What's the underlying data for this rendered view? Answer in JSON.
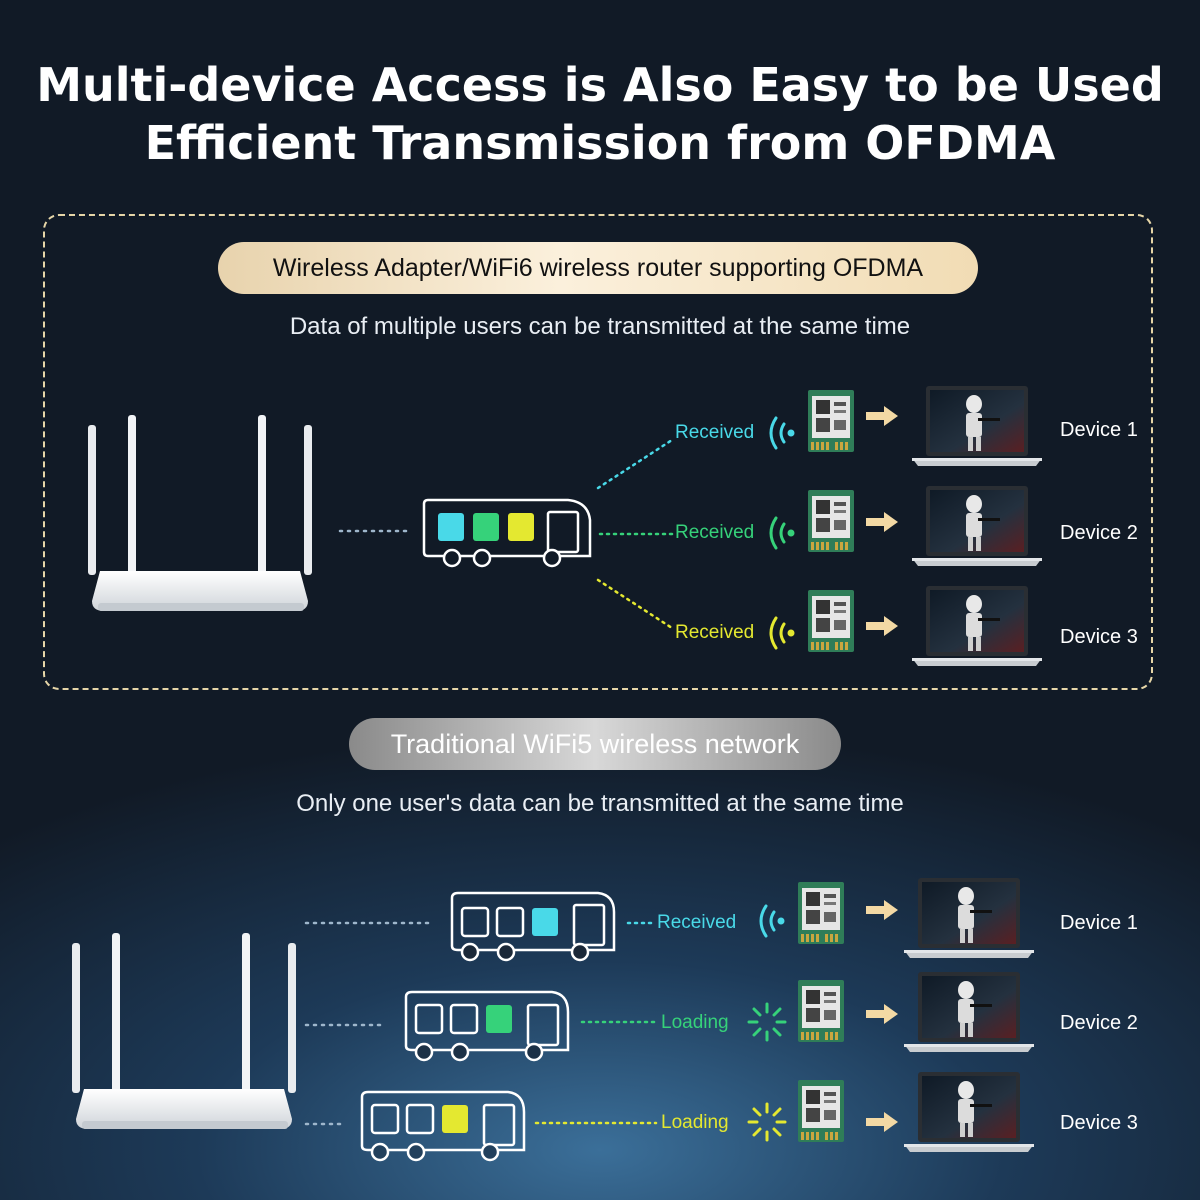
{
  "title": {
    "line1": "Multi-device Access is Also Easy to be Used",
    "line2": "Efficient Transmission from OFDMA"
  },
  "ofdma": {
    "badge": "Wireless Adapter/WiFi6 wireless router supporting OFDMA",
    "subtitle": "Data of multiple users can be transmitted at the same time",
    "rows": [
      {
        "status": "Received",
        "device": "Device 1",
        "color": "#49d9e8"
      },
      {
        "status": "Received",
        "device": "Device 2",
        "color": "#36d27a"
      },
      {
        "status": "Received",
        "device": "Device 3",
        "color": "#e4e830"
      }
    ]
  },
  "wifi5": {
    "badge": "Traditional WiFi5 wireless network",
    "subtitle": "Only one user's data can be transmitted at the same time",
    "rows": [
      {
        "status": "Received",
        "device": "Device 1",
        "color": "#49d9e8"
      },
      {
        "status": "Loading",
        "device": "Device 2",
        "color": "#36d27a"
      },
      {
        "status": "Loading",
        "device": "Device 3",
        "color": "#e4e830"
      }
    ]
  },
  "colors": {
    "cyan": "#49d9e8",
    "green": "#36d27a",
    "yellow": "#e4e830",
    "arrow": "#f3d9a4",
    "panel_border": "#e6d6a8"
  },
  "icons": [
    "router-icon",
    "bus-icon",
    "wifi-signal-icon",
    "loading-icon",
    "wifi-card-icon",
    "arrow-right-icon",
    "laptop-icon"
  ]
}
